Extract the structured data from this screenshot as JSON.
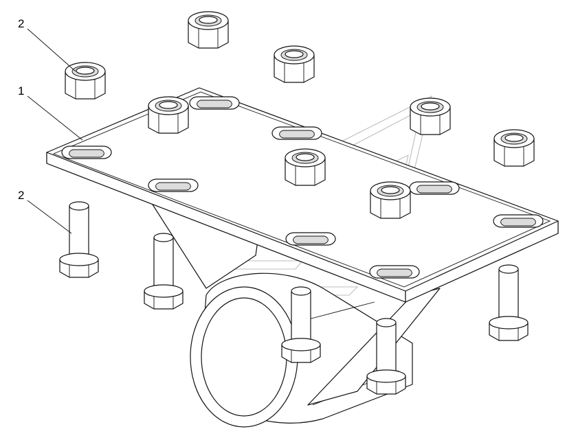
{
  "callouts": [
    {
      "id": "callout-2-top",
      "text": "2"
    },
    {
      "id": "callout-1",
      "text": "1"
    },
    {
      "id": "callout-2-bottom",
      "text": "2"
    }
  ],
  "colors": {
    "line": "#111111",
    "watermark": "#bdbdbd",
    "background": "#ffffff"
  }
}
